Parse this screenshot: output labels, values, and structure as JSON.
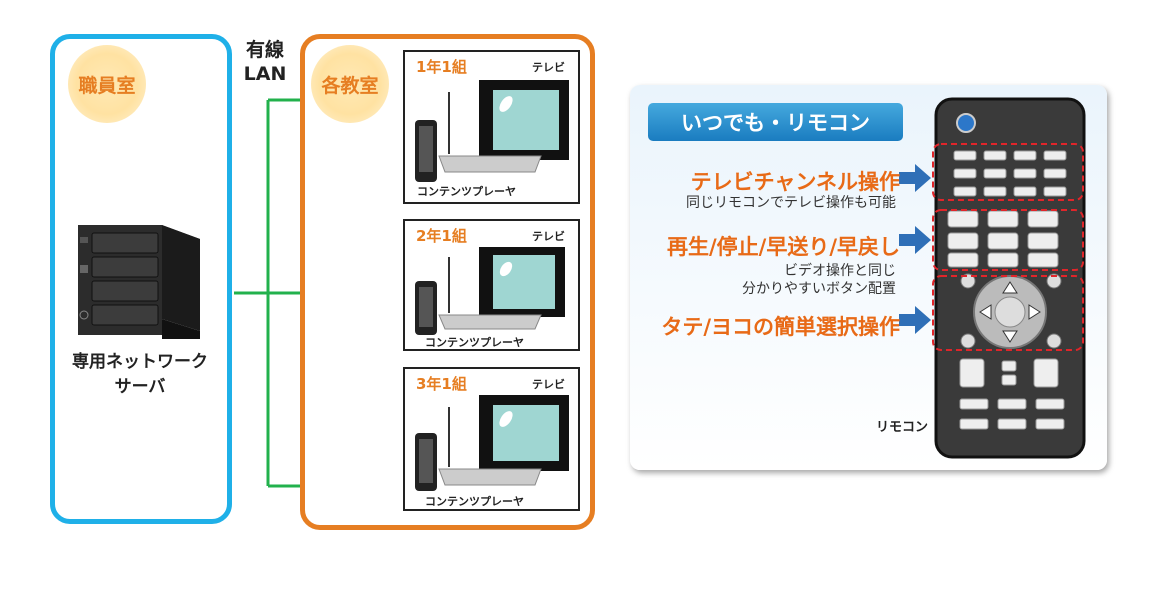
{
  "network": {
    "staff_room": "職員室",
    "classrooms": "各教室",
    "lan_line1": "有線",
    "lan_line2": "LAN",
    "server_line1": "専用ネットワーク",
    "server_line2": "サーバ",
    "rooms": [
      {
        "name": "1年1組",
        "tv": "テレビ",
        "player": "コンテンツプレーヤ"
      },
      {
        "name": "2年1組",
        "tv": "テレビ",
        "player": "コンテンツプレーヤ"
      },
      {
        "name": "3年1組",
        "tv": "テレビ",
        "player": "コンテンツプレーヤ"
      }
    ]
  },
  "remote": {
    "title": "いつでも・リモコン",
    "feature1": "テレビチャンネル操作",
    "feature1_sub": "同じリモコンでテレビ操作も可能",
    "feature2": "再生/停止/早送り/早戻し",
    "feature2_sub1": "ビデオ操作と同じ",
    "feature2_sub2": "分かりやすいボタン配置",
    "feature3": "タテ/ヨコの簡単選択操作",
    "caption": "リモコン"
  },
  "colors": {
    "staff_border": "#1fb0e8",
    "class_border": "#e67e22",
    "lan_line": "#22b14c",
    "accent_orange": "#e86a17",
    "dashed_red": "#e0252a"
  }
}
